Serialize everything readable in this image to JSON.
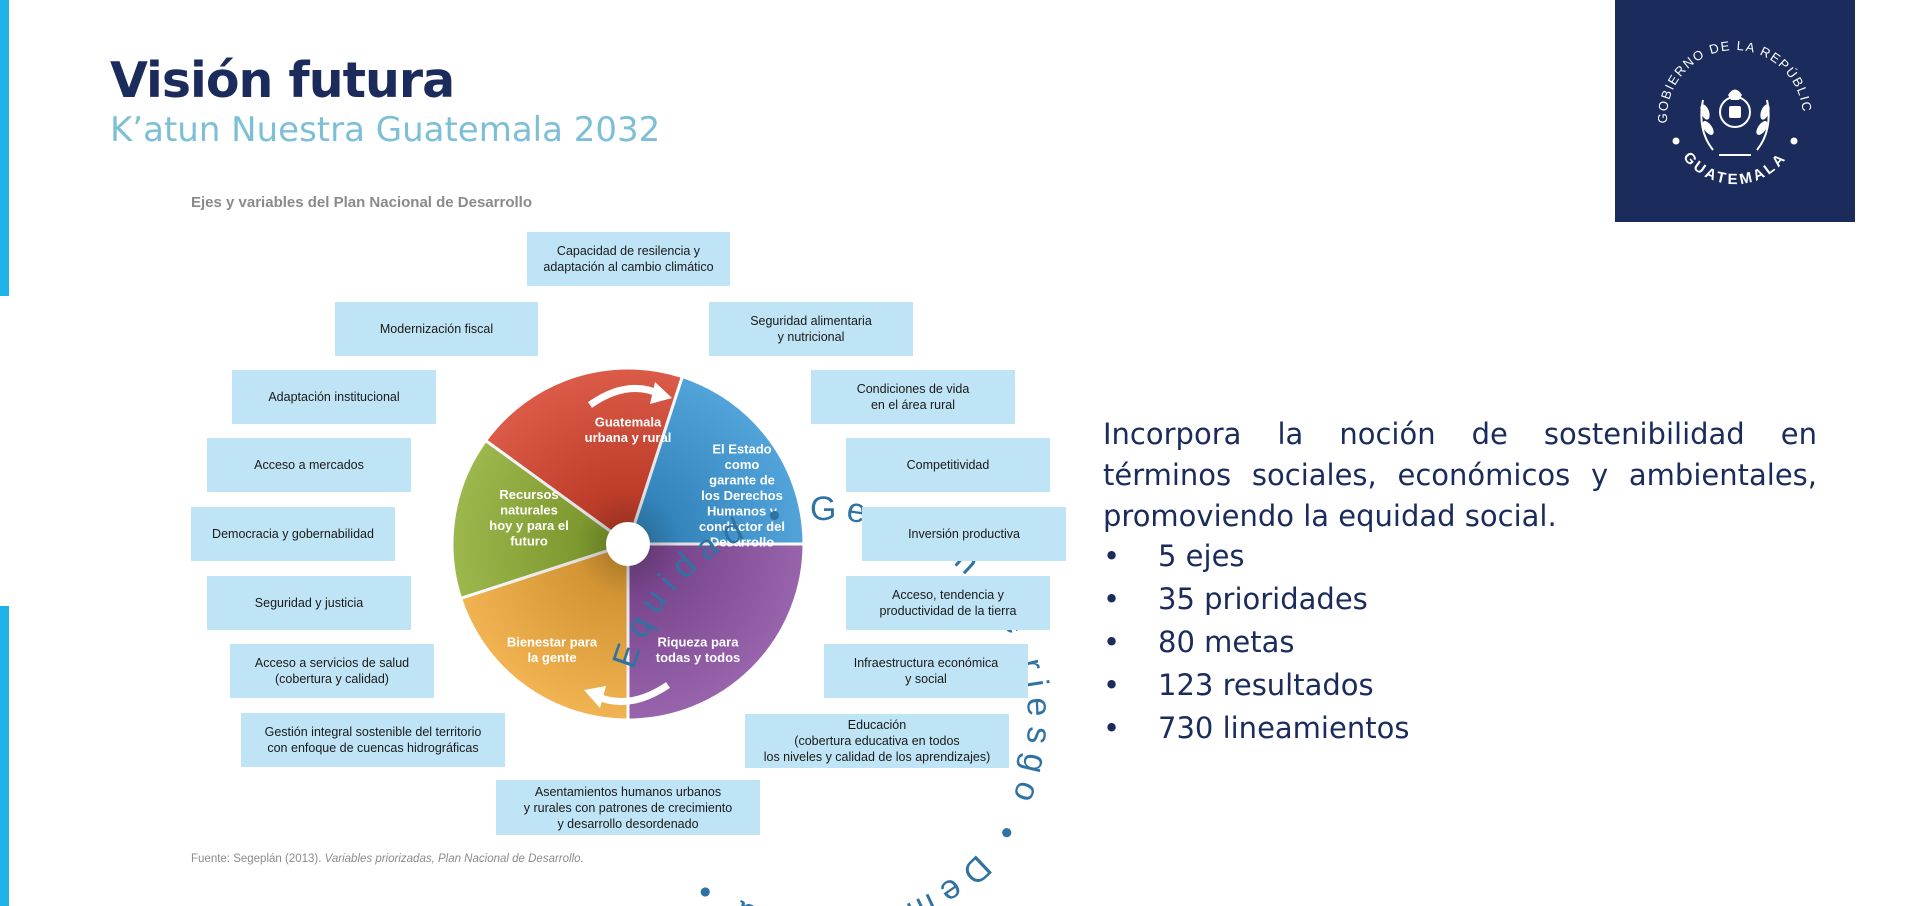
{
  "slide": {
    "title": "Visión futura",
    "subtitle": "K’atun Nuestra Guatemala 2032"
  },
  "seal": {
    "top_text": "GOBIERNO DE LA REPÚBLICA",
    "bottom_text": "GUATEMALA",
    "background": "#1a2b5c",
    "icon": "coat-of-arms-icon"
  },
  "diagram": {
    "caption": "Ejes y variables del Plan Nacional de Desarrollo",
    "source_prefix": "Fuente: Segeplán (2013). ",
    "source_italic": "Variables priorizadas, Plan Nacional de Desarrollo.",
    "ring_words": [
      "Equidad",
      "Gestión de riesgo",
      "Demografía"
    ],
    "axes": [
      {
        "label": "Guatemala\nurbana y rural",
        "color": "#d6452f"
      },
      {
        "label": "El Estado\ncomo\ngarante de\nlos Derechos\nHumanos y\nconductor del\nDesarrollo",
        "color": "#3a97d5"
      },
      {
        "label": "Riqueza para\ntodas y todos",
        "color": "#8a4fa0"
      },
      {
        "label": "Bienestar para\nla gente",
        "color": "#f0a93a"
      },
      {
        "label": "Recursos\nnaturales\nhoy y para el\nfuturo",
        "color": "#8fae35"
      }
    ],
    "variables": [
      "Capacidad de resilencia y\nadaptación al cambio climático",
      "Modernización fiscal",
      "Seguridad alimentaria\ny nutricional",
      "Adaptación institucional",
      "Condiciones de vida\nen el área rural",
      "Acceso a mercados",
      "Competitividad",
      "Democracia y gobernabilidad",
      "Inversión productiva",
      "Seguridad y justicia",
      "Acceso, tendencia y\nproductividad de la tierra",
      "Acceso a servicios de salud\n(cobertura y calidad)",
      "Infraestructura económica\ny social",
      "Gestión integral sostenible del territorio\ncon enfoque de cuencas hidrográficas",
      "Educación\n(cobertura educativa en todos\nlos niveles y calidad de los aprendizajes)",
      "Asentamientos humanos urbanos\ny rurales con patrones de crecimiento\ny desarrollo desordenado"
    ]
  },
  "content": {
    "paragraph": "Incorpora la noción de sostenibilidad  en términos sociales, económicos y  ambientales, promoviendo la equidad  social.",
    "bullet_marker": "•",
    "bullets": [
      "5 ejes",
      "35 prioridades",
      "80 metas",
      "123 resultados",
      "730 lineamientos"
    ]
  },
  "colors": {
    "accent": "#1fb3ea",
    "title": "#1a2b5c",
    "subtitle": "#7dbfd6",
    "variable_box": "#bfe4f6",
    "ring_text": "#2f73a3"
  }
}
